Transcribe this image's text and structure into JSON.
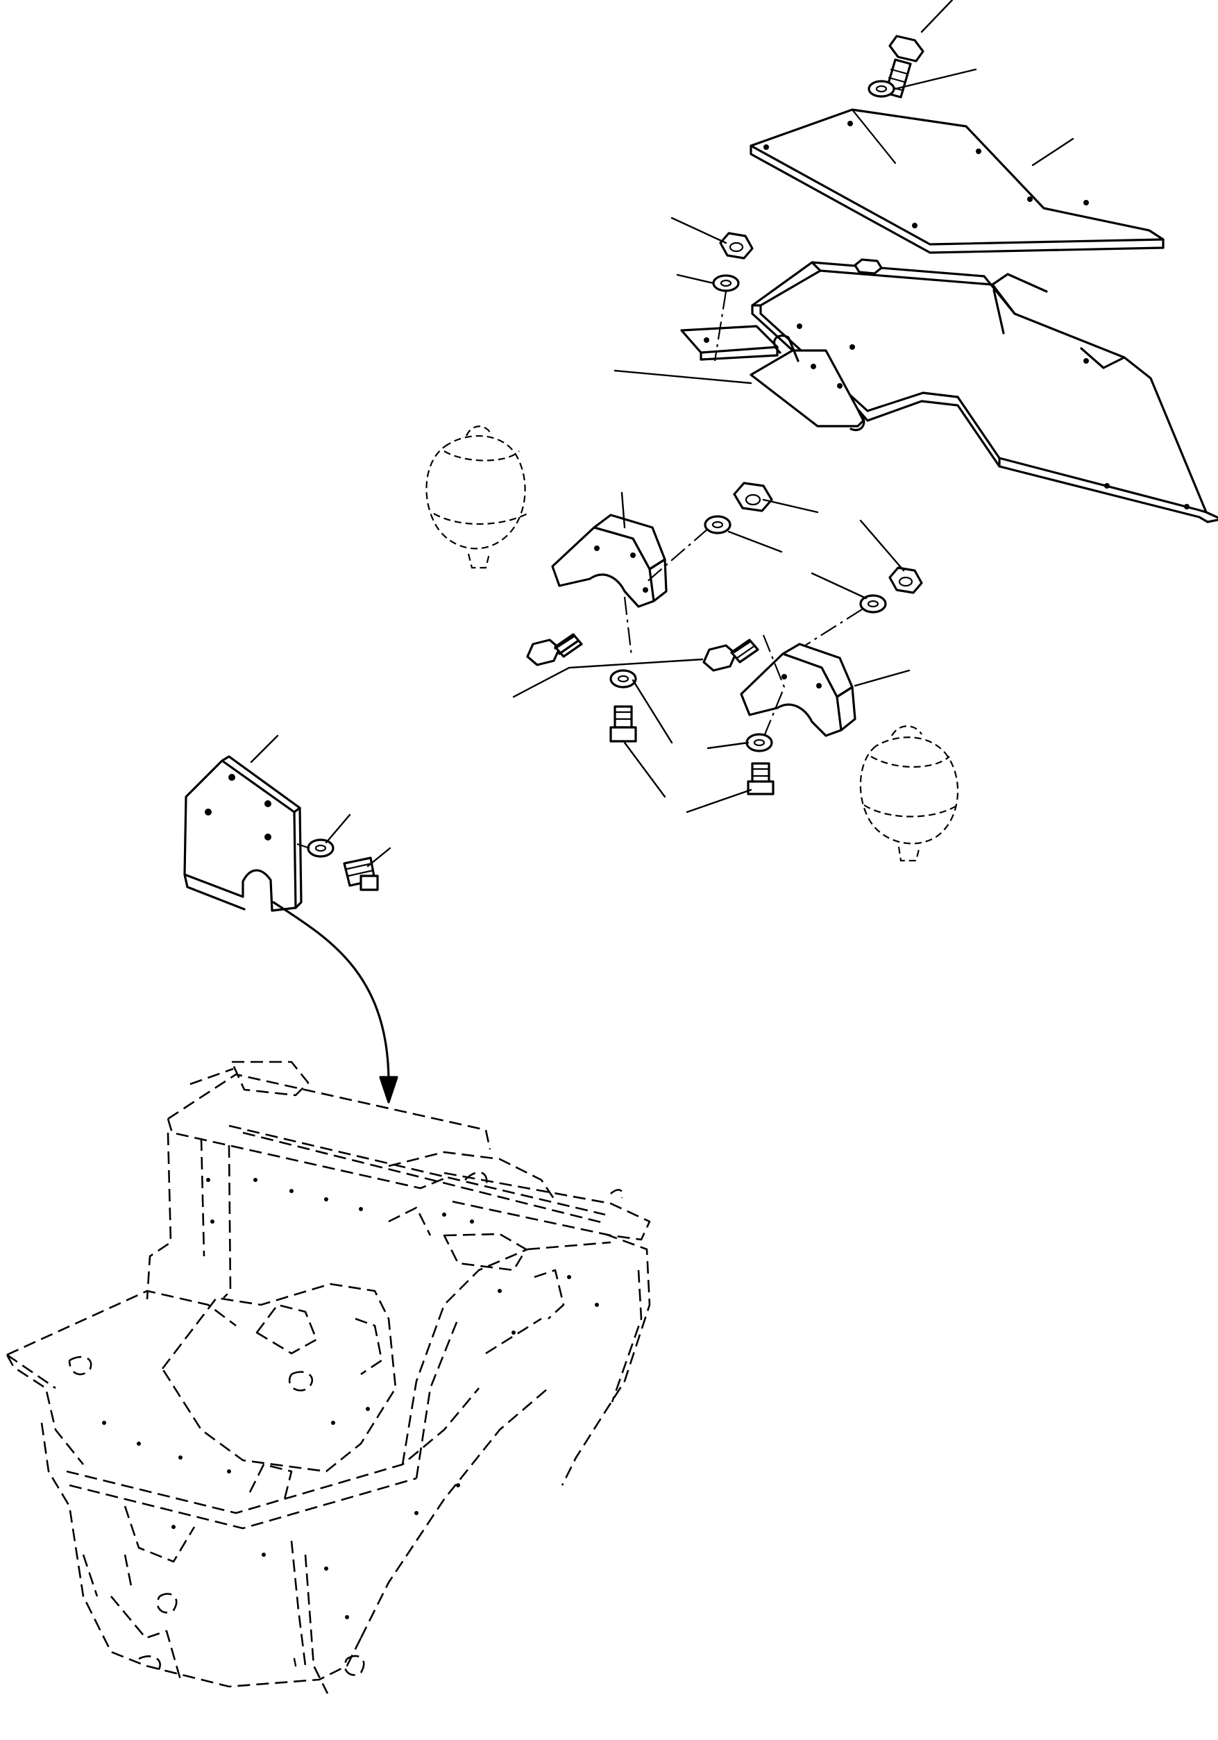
{
  "diagram": {
    "type": "exploded-parts-view",
    "parts": [
      "bolt-top",
      "washer-top",
      "top-cover-plate",
      "nut-left",
      "washer-left",
      "guard-bracket",
      "accumulator-left",
      "bracket-left",
      "nut-center",
      "washer-center",
      "nut-right",
      "washer-right",
      "bracket-right",
      "accumulator-right",
      "bolt-left",
      "bolt-middle",
      "washer-lower",
      "bolt-lower",
      "washer-lower-right",
      "bolt-lower-right",
      "mount-plate",
      "washer-plate",
      "bolt-plate",
      "frame-assembly"
    ],
    "callout_labels": []
  }
}
